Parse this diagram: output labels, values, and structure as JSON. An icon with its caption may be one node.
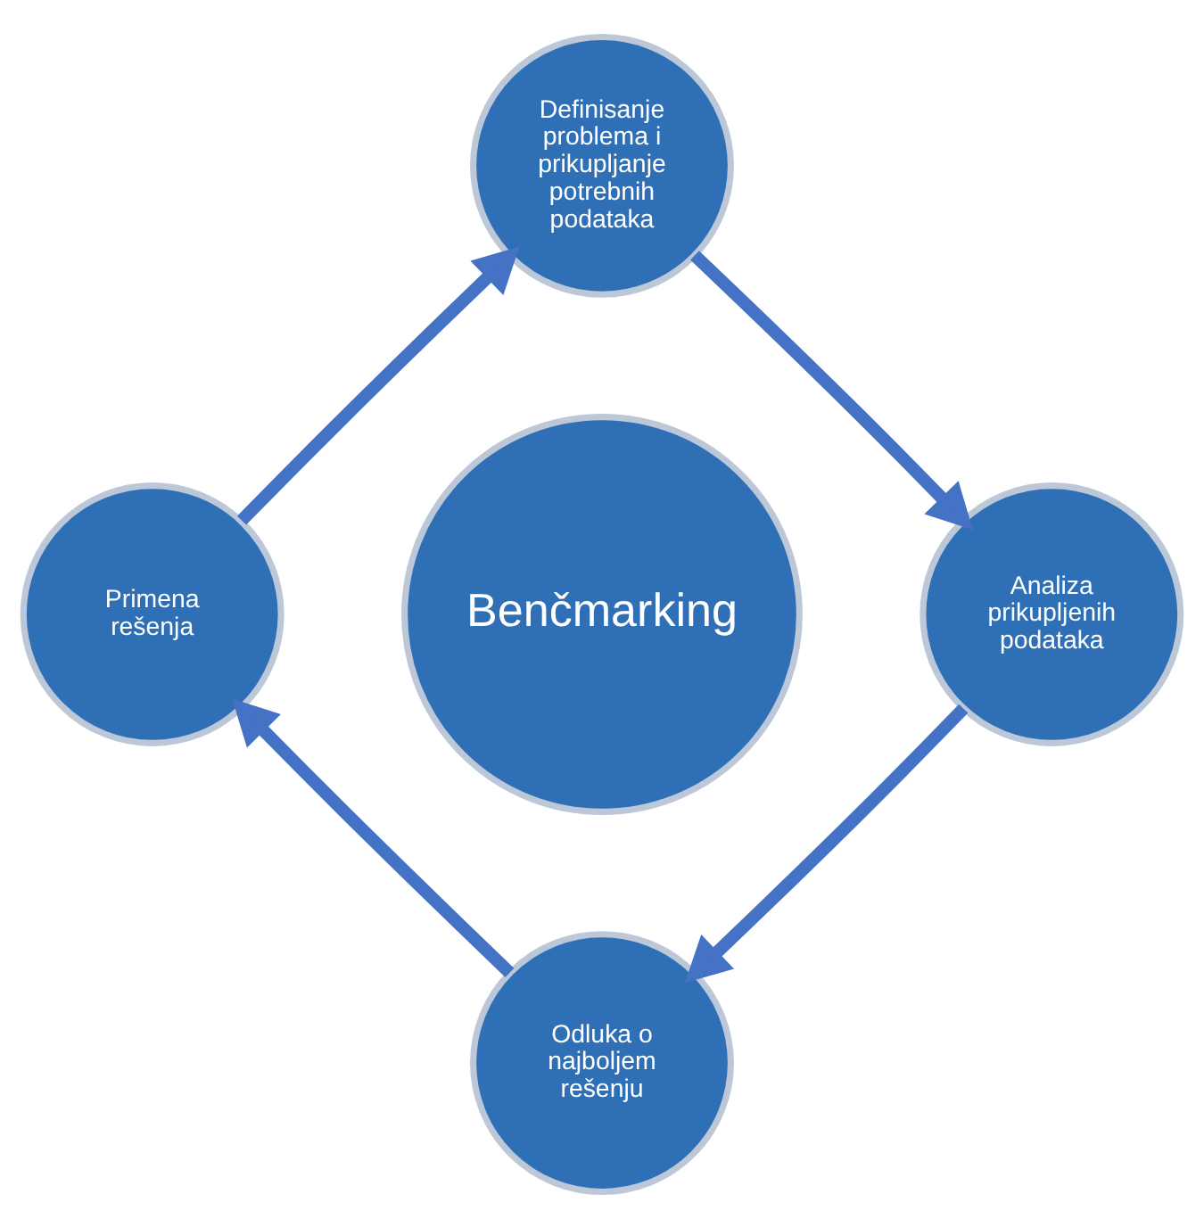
{
  "diagram": {
    "nodes": [
      {
        "text": [
          "Benčmarking"
        ]
      },
      {
        "text": [
          "Definisanje problema i prikupljanje potrebnih podataka"
        ]
      },
      {
        "text": [
          "Analiza prikupljenih podataka"
        ]
      },
      {
        "text": [
          "Odluka o najboljem rešenju"
        ]
      },
      {
        "text": [
          "Primena rešenja"
        ]
      }
    ],
    "edges": [
      {
        "from": 1,
        "to": 2,
        "arrow": "to"
      },
      {
        "from": 2,
        "to": 3,
        "arrow": "to"
      },
      {
        "from": 3,
        "to": 4,
        "arrow": "to"
      },
      {
        "from": 4,
        "to": 1,
        "arrow": "to"
      }
    ]
  }
}
